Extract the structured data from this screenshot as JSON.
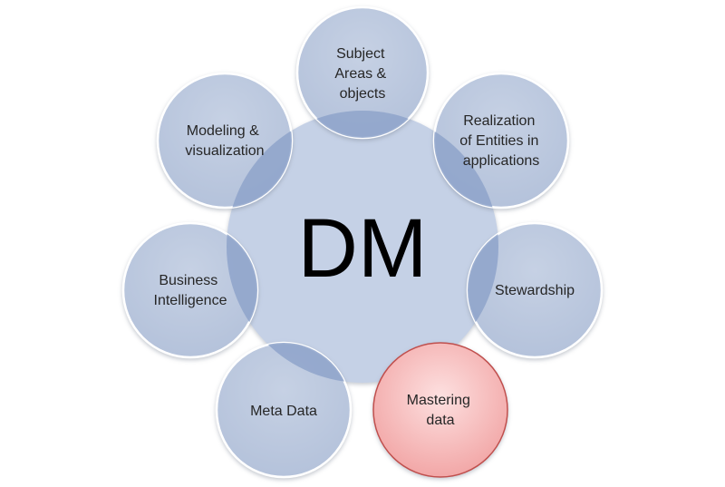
{
  "diagram": {
    "center": {
      "label": "DM"
    },
    "nodes": [
      {
        "lines": [
          "Subject",
          "Areas &",
          "objects"
        ]
      },
      {
        "lines": [
          "Realization",
          "of Entities in",
          "applications"
        ]
      },
      {
        "lines": [
          "Stewardship"
        ]
      },
      {
        "lines": [
          "Mastering",
          "data"
        ]
      },
      {
        "lines": [
          "Meta Data"
        ]
      },
      {
        "lines": [
          "Business",
          "Intelligence"
        ]
      },
      {
        "lines": [
          "Modeling &",
          "visualization"
        ]
      }
    ]
  },
  "colors": {
    "node_fill": "#b9c6dd",
    "node_border": "#ffffff",
    "center_fill": "#c5d1e6",
    "overlap_fill": "#8ea3ca",
    "highlight_fill_center": "#fde0e0",
    "highlight_fill_edge": "#f2a7a7",
    "highlight_border": "#c0504d"
  }
}
